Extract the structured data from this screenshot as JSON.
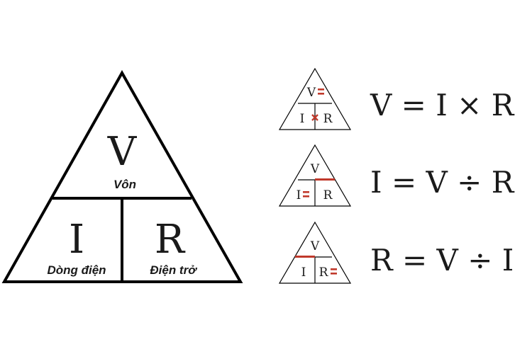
{
  "main_triangle": {
    "top_symbol": "V",
    "top_label": "Vôn",
    "left_symbol": "I",
    "left_label": "Dòng điện",
    "right_symbol": "R",
    "right_label": "Điện trở"
  },
  "formulas": [
    {
      "top": "V",
      "bottom_left": "I",
      "bottom_right": "R",
      "equation": "V = I × R",
      "highlighted": "top"
    },
    {
      "top": "V",
      "bottom_left": "I",
      "bottom_right": "R",
      "equation": "I = V ÷ R",
      "highlighted": "bottom_left"
    },
    {
      "top": "V",
      "bottom_left": "I",
      "bottom_right": "R",
      "equation": "R = V ÷ I",
      "highlighted": "bottom_right"
    }
  ],
  "colors": {
    "line": "#000000",
    "accent": "#c0392b",
    "text": "#1a1a1a"
  }
}
